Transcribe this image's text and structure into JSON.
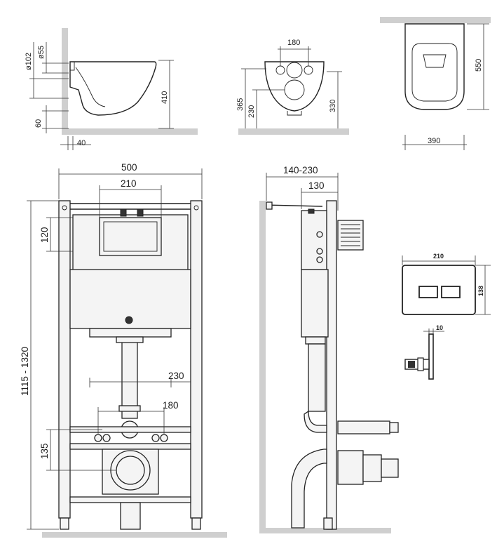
{
  "labels": {
    "side_dia_102": "ø102",
    "side_dia_55": "ø55",
    "side_h_410": "410",
    "side_h_60": "60",
    "side_w_40": "40",
    "front_w_180": "180",
    "front_h_365": "365",
    "front_h_230": "230",
    "front_h_330": "330",
    "top_h_550": "550",
    "top_w_390": "390",
    "frame_w_500": "500",
    "frame_w_210": "210",
    "frame_h_120": "120",
    "frame_h_1115_1320": "1115 - 1320",
    "frame_w_230": "230",
    "frame_w_180": "180",
    "frame_h_135": "135",
    "profile_w_140_230": "140-230",
    "profile_w_130": "130",
    "plate_w_210": "210",
    "plate_h_138": "138",
    "plate_d_10": "10"
  }
}
